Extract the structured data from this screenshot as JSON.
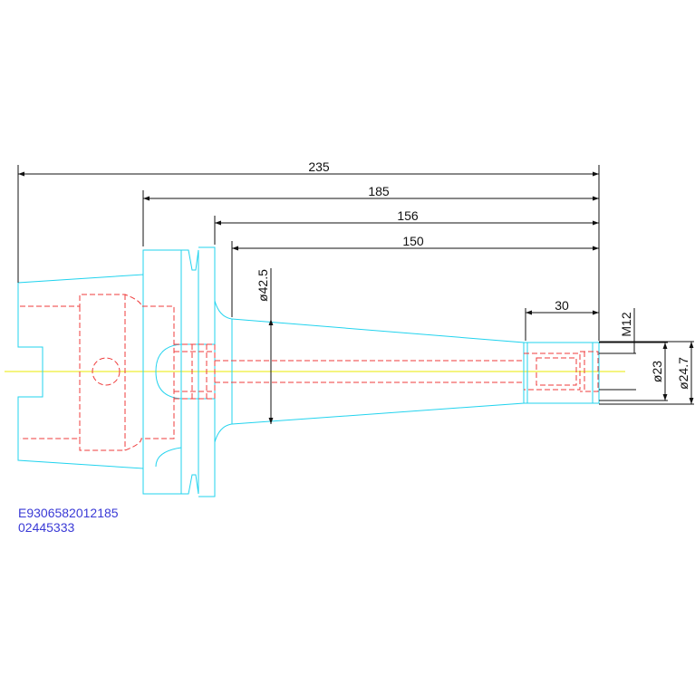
{
  "colors": {
    "outline": "#22d3ee",
    "hidden": "#ef3b3b",
    "centerline": "#e8e800",
    "dimension": "#111111",
    "code_text": "#3a3ad6"
  },
  "dimensions": {
    "len_235": "235",
    "len_185": "185",
    "len_156": "156",
    "len_150": "150",
    "len_30": "30",
    "dia_42_5": "ø42.5",
    "thread_m12": "M12",
    "dia_23": "ø23",
    "dia_24_7": "ø24.7"
  },
  "part_codes": {
    "line1": "E9306582012185",
    "line2": "02445333"
  }
}
